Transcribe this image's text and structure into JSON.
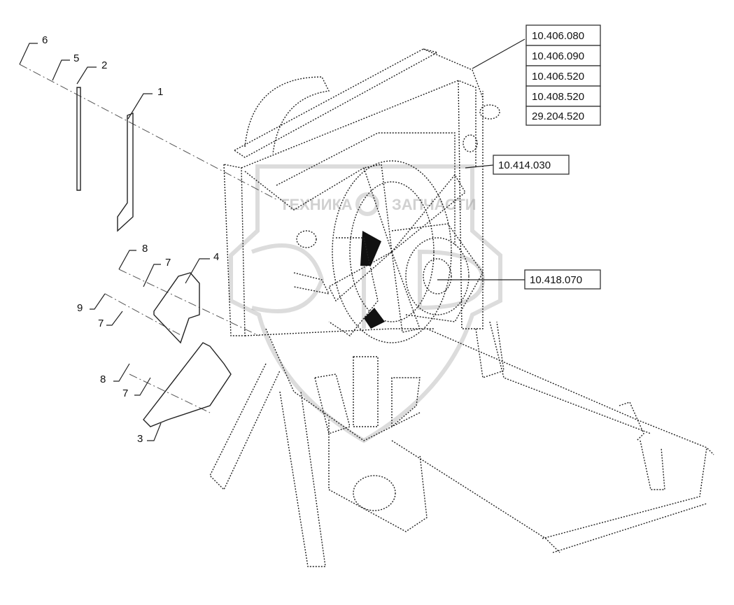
{
  "watermark": {
    "left_text": "ТЕХНИКА",
    "right_text": "ЗАПЧАСТИ",
    "logo_letters": "ЭФ"
  },
  "reference_boxes": {
    "top_stack": [
      "10.406.080",
      "10.406.090",
      "10.406.520",
      "10.408.520",
      "29.204.520"
    ],
    "fan": "10.414.030",
    "hub": "10.418.070"
  },
  "callouts": {
    "n6": "6",
    "n5": "5",
    "n2": "2",
    "n1": "1",
    "n8a": "8",
    "n7a": "7",
    "n4": "4",
    "n9": "9",
    "n7b": "7",
    "n8b": "8",
    "n7c": "7",
    "n3": "3"
  },
  "colors": {
    "ink": "#222222",
    "watermark": "#9a9a9a",
    "background": "#ffffff"
  }
}
